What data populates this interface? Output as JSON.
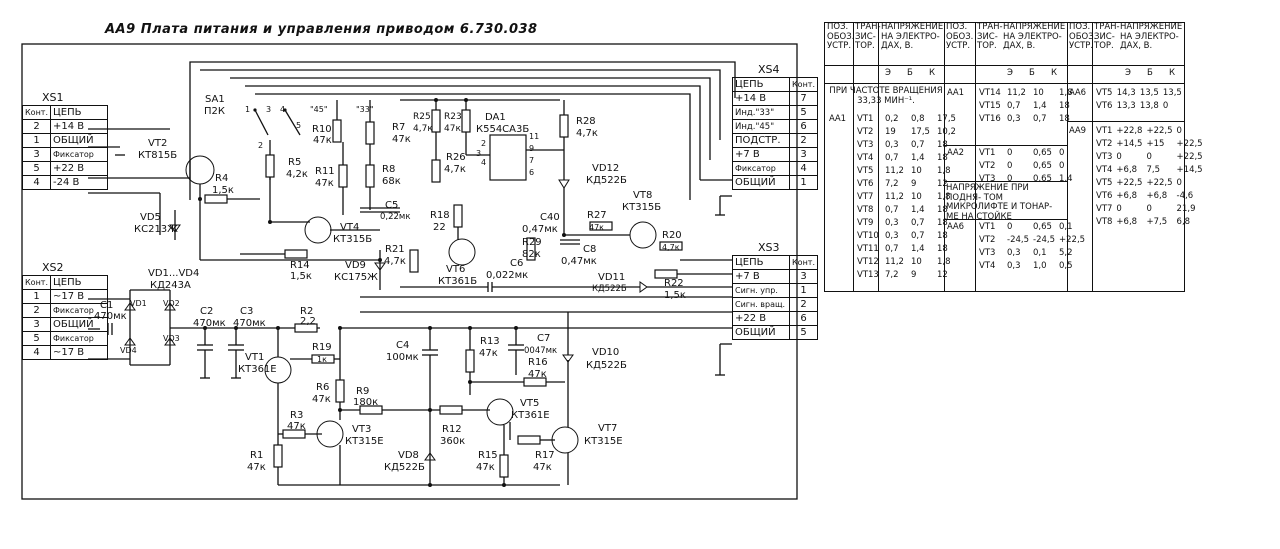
{
  "title": "АА9 Плата питания и управления приводом 6.730.038",
  "xs1": {
    "name": "XS1",
    "head": [
      "Конт.",
      "ЦЕПЬ"
    ],
    "rows": [
      [
        "2",
        "+14 В"
      ],
      [
        "1",
        "ОБЩИЙ"
      ],
      [
        "3",
        "Фиксатор"
      ],
      [
        "5",
        "+22 В"
      ],
      [
        "4",
        "-24 В"
      ]
    ]
  },
  "xs2": {
    "name": "XS2",
    "head": [
      "Конт.",
      "ЦЕПЬ"
    ],
    "rows": [
      [
        "1",
        "~17 В"
      ],
      [
        "2",
        "Фиксатор"
      ],
      [
        "3",
        "ОБЩИЙ"
      ],
      [
        "5",
        "Фиксатор"
      ],
      [
        "4",
        "~17 В"
      ]
    ]
  },
  "xs3": {
    "name": "XS3",
    "head": [
      "ЦЕПЬ",
      "Конт."
    ],
    "rows": [
      [
        "+7 В",
        "3"
      ],
      [
        "Сигн. упр.",
        "1"
      ],
      [
        "Сигн. вращ.",
        "2"
      ],
      [
        "+22 В",
        "6"
      ],
      [
        "ОБЩИЙ",
        "5"
      ]
    ]
  },
  "xs4": {
    "name": "XS4",
    "head": [
      "ЦЕПЬ",
      "Конт."
    ],
    "rows": [
      [
        "+14 В",
        "7"
      ],
      [
        "Инд.\"33\"",
        "5"
      ],
      [
        "Инд.\"45\"",
        "6"
      ],
      [
        "ПОДСТР.",
        "2"
      ],
      [
        "+7 В",
        "3"
      ],
      [
        "Фиксатор",
        "4"
      ],
      [
        "ОБЩИЙ",
        "1"
      ]
    ]
  },
  "components": {
    "vt2": "VT2",
    "vt2_type": "КТ815Б",
    "sa1": "SA1",
    "sa1_type": "П2К",
    "sa1_45": "\"45\"",
    "sa1_33": "\"33\"",
    "sa1_pins": [
      "1",
      "3",
      "4",
      "2",
      "5"
    ],
    "r10": "R10",
    "r10_v": "47к",
    "r11": "R11",
    "r11_v": "47к",
    "r5": "R5",
    "r5_v": "4,2к",
    "r7": "R7",
    "r7_v": "47к",
    "r8": "R8",
    "r8_v": "68к",
    "r4": "R4",
    "r4_v": "1,5к",
    "c5": "C5",
    "c5_v": "0,22мк",
    "vt4": "VT4",
    "vt4_type": "КТ315Б",
    "vd5": "VD5",
    "vd5_type": "КС213Ж",
    "r14": "R14",
    "r14_v": "1,5к",
    "vd9": "VD9",
    "vd9_type": "КС175Ж",
    "r25": "R25",
    "r25_v": "4,7к",
    "r23": "R23",
    "r23_v": "47к",
    "da1": "DA1",
    "da1_type": "К554СА3Б",
    "da1_pins": [
      "2",
      "3",
      "4",
      "11",
      "9",
      "7",
      "6"
    ],
    "r26": "R26",
    "r26_v": "4,7к",
    "r28": "R28",
    "r28_v": "4,7к",
    "vd12": "VD12",
    "vd12_type": "КД522Б",
    "vt8": "VT8",
    "vt8_type": "КТ315Б",
    "c40": "C40",
    "c40_v": "0,47мк",
    "r27": "R27",
    "r27_v": "47к",
    "r20": "R20",
    "r20_v": "4,7к",
    "r18": "R18",
    "r18_v": "22",
    "r21": "R21",
    "r21_v": "4,7к",
    "vt6": "VT6",
    "vt6_type": "КТ361Б",
    "r29": "R29",
    "r29_v": "82к",
    "c8": "C8",
    "c8_v": "0,47мк",
    "c6": "C6",
    "c6_v": "0,022мк",
    "vd11": "VD11",
    "vd11_type": "КД522Б",
    "r22": "R22",
    "r22_v": "1,5к",
    "vd1_4": "VD1...VD4",
    "vd1_4_type": "КД243А",
    "c1": "C1",
    "c1_v": "470мк",
    "vd_labels": [
      "VD1",
      "VD2",
      "VD3",
      "VD4"
    ],
    "c2": "C2",
    "c2_v": "470мк",
    "c3": "C3",
    "c3_v": "470мк",
    "r2": "R2",
    "r2_v": "2,2",
    "vt1": "VT1",
    "vt1_type": "КТ361Е",
    "r19": "R19",
    "r19_v": "1к",
    "r6": "R6",
    "r6_v": "47к",
    "r9": "R9",
    "r9_v": "180к",
    "r3": "R3",
    "r3_v": "47к",
    "vt3": "VT3",
    "vt3_type": "КТ315Е",
    "r1": "R1",
    "r1_v": "47к",
    "c4": "C4",
    "c4_v": "100мк",
    "vd8": "VD8",
    "vd8_type": "КД522Б",
    "r12": "R12",
    "r12_v": "360к",
    "r13": "R13",
    "r13_v": "47к",
    "c7": "C7",
    "c7_v": "0047мк",
    "r16": "R16",
    "r16_v": "47к",
    "vt5": "VT5",
    "vt5_type": "КТ361Е",
    "r15": "R15",
    "r15_v": "47к",
    "r17": "R17",
    "r17_v": "47к",
    "vd10": "VD10",
    "vd10_type": "КД522Б",
    "vt7": "VT7",
    "vt7_type": "КТ315Е"
  },
  "voltage_table": {
    "col_pos": "ПОЗ. ОБОЗ. УСТР.",
    "col_tr": "ТРАН- ЗИС- ТОР.",
    "col_v": "НАПРЯЖЕНИЕ НА ЭЛЕКТРО- ДАХ, В.",
    "col_v2": "НАПРЯЖЕНИЕ НА ЭЛЕКТРО- ДАХ, В.",
    "sub": [
      "Э",
      "Б",
      "К"
    ],
    "note1": "ПРИ ЧАСТОТЕ ВРАЩЕНИЯ 33,33 МИН⁻¹.",
    "note2": "НАПРЯЖЕНИЕ ПРИ ПОДНЯ- ТОМ МИКРОЛИФТЕ И ТОНАР- МЕ НА СТОЙКЕ",
    "block1_dev": "АА1",
    "block1": [
      [
        "VT1",
        "0,2",
        "0,8",
        "17,5"
      ],
      [
        "VT2",
        "19",
        "17,5",
        "10,2"
      ],
      [
        "VT3",
        "0,3",
        "0,7",
        "18"
      ],
      [
        "VT4",
        "0,7",
        "1,4",
        "18"
      ],
      [
        "VT5",
        "11,2",
        "10",
        "1,8"
      ],
      [
        "VT6",
        "7,2",
        "9",
        "12"
      ],
      [
        "VT7",
        "11,2",
        "10",
        "1,8"
      ],
      [
        "VT8",
        "0,7",
        "1,4",
        "18"
      ],
      [
        "VT9",
        "0,3",
        "0,7",
        "18"
      ],
      [
        "VT10",
        "0,3",
        "0,7",
        "18"
      ],
      [
        "VT11",
        "0,7",
        "1,4",
        "18"
      ],
      [
        "VT12",
        "11,2",
        "10",
        "1,8"
      ],
      [
        "VT13",
        "7,2",
        "9",
        "12"
      ]
    ],
    "block2_dev": "АА1",
    "block2": [
      [
        "VT14",
        "11,2",
        "10",
        "1,8"
      ],
      [
        "VT15",
        "0,7",
        "1,4",
        "18"
      ],
      [
        "VT16",
        "0,3",
        "0,7",
        "18"
      ]
    ],
    "block3_dev": "АА2",
    "block3": [
      [
        "VT1",
        "0",
        "0,65",
        "0"
      ],
      [
        "VT2",
        "0",
        "0,65",
        "0"
      ],
      [
        "VT3",
        "0",
        "0,65",
        "1,4"
      ]
    ],
    "block4_dev": "АА6",
    "block4": [
      [
        "VT1",
        "0",
        "0,65",
        "0,1"
      ],
      [
        "VT2",
        "-24,5",
        "-24,5",
        "+22,5"
      ],
      [
        "VT3",
        "0,3",
        "0,1",
        "5,2"
      ],
      [
        "VT4",
        "0,3",
        "1,0",
        "0,5"
      ]
    ],
    "block5_dev": "АА6",
    "block5": [
      [
        "VT5",
        "14,3",
        "13,5",
        "13,5"
      ],
      [
        "VT6",
        "13,3",
        "13,8",
        "0"
      ]
    ],
    "block6_dev": "АА9",
    "block6": [
      [
        "VT1",
        "+22,8",
        "+22,5",
        "0"
      ],
      [
        "VT2",
        "+14,5",
        "+15",
        "+22,5"
      ],
      [
        "VT3",
        "0",
        "0",
        "+22,5"
      ],
      [
        "VT4",
        "+6,8",
        "7,5",
        "+14,5"
      ],
      [
        "VT5",
        "+22,5",
        "+22,5",
        "0"
      ],
      [
        "VT6",
        "+6,8",
        "+6,8",
        "-4,6"
      ],
      [
        "VT7",
        "0",
        "0",
        "21,9"
      ],
      [
        "VT8",
        "+6,8",
        "+7,5",
        "6,8"
      ]
    ]
  }
}
